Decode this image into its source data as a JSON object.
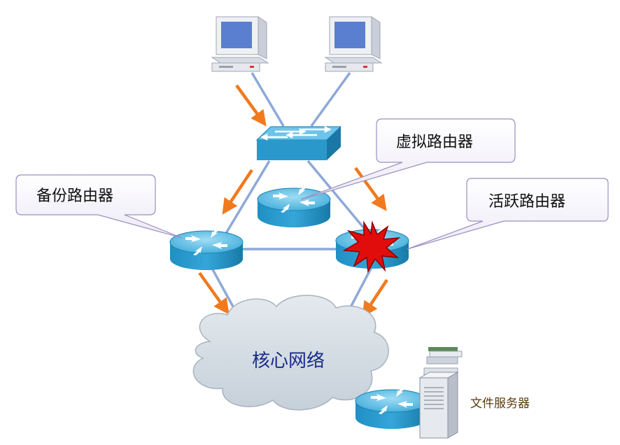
{
  "labels": {
    "virtual_router": "虚拟路由器",
    "backup_router": "备份路由器",
    "active_router": "活跃路由器",
    "core_network": "核心网络",
    "file_server": "文件服务器"
  },
  "colors": {
    "link_line": "#8ea9d8",
    "traffic_arrow": "#f07a1e",
    "device_blue": "#1f8fc4",
    "device_top": "#62c1e8",
    "callout_fill": "#f5f2fb",
    "callout_stroke": "#9b8fc0",
    "cloud_fill": "#d9e1e8",
    "failure_burst": "#e10d0d"
  },
  "icons": {
    "pc": "desktop-computer-icon",
    "switch": "switch-icon",
    "router": "router-icon",
    "failure": "failure-burst-icon",
    "server": "file-server-icon"
  }
}
